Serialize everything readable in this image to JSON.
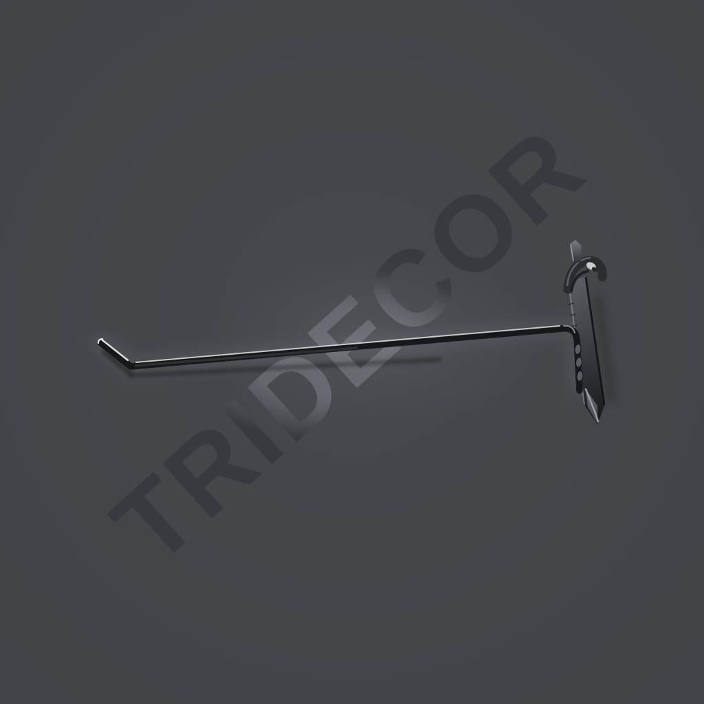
{
  "image": {
    "kind": "product-photo",
    "background_color": "#434549",
    "watermark": {
      "text": "TRIDECOR",
      "rotation_deg": -42,
      "dark_color": "#383a3f",
      "light_color": "#62656c"
    },
    "product": {
      "name": "metal-display-hook-with-slatwall-bracket",
      "wire_color": "#17181b",
      "wire_highlight_color": "#d2d4d6",
      "bracket_color": "#3e4045",
      "bracket_highlight_color": "#84878c"
    }
  }
}
